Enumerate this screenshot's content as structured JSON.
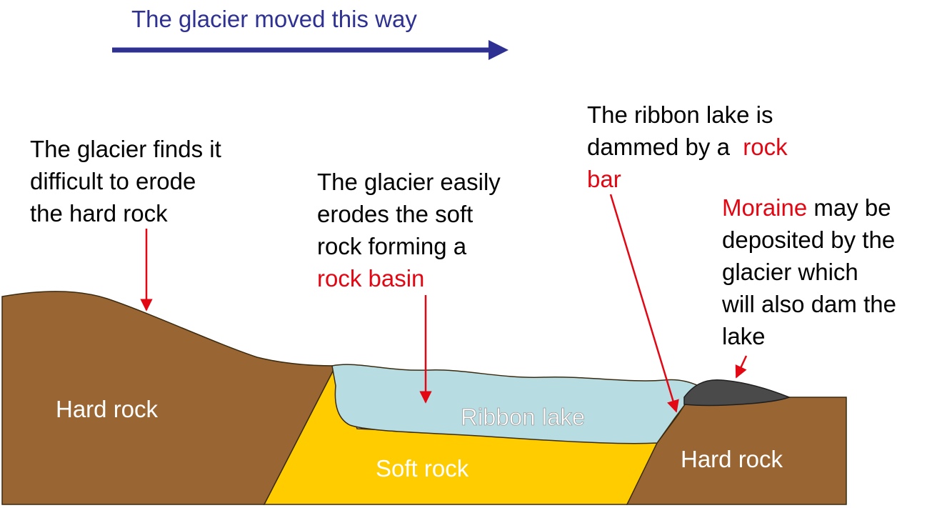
{
  "direction": {
    "title": "The glacier moved this way",
    "arrow_color": "#2e3192"
  },
  "annotations": {
    "hard_rock_note": {
      "line1": "The glacier finds it",
      "line2": "difficult to erode",
      "line3": "the hard rock"
    },
    "soft_rock_note": {
      "line1": "The glacier easily",
      "line2": "erodes the soft",
      "line3": "rock forming a",
      "term": "rock basin"
    },
    "rock_bar_note": {
      "line1": "The ribbon lake is",
      "line2_prefix": "dammed by a",
      "term_part1": "rock",
      "term_part2": "bar"
    },
    "moraine_note": {
      "term": "Moraine",
      "line1_suffix": "may be",
      "line2": "deposited by the",
      "line3": "glacier which",
      "line4": "will also dam the",
      "line5": "lake"
    }
  },
  "regions": {
    "hard_rock_left": "Hard rock",
    "hard_rock_right": "Hard rock",
    "soft_rock": "Soft rock",
    "ribbon_lake": "Ribbon lake"
  },
  "colors": {
    "hard_rock": "#996633",
    "soft_rock": "#ffcc00",
    "lake": "#b7dde3",
    "moraine": "#4a4a4a",
    "annotation_arrow": "#e30613",
    "term_text": "#e30613"
  }
}
